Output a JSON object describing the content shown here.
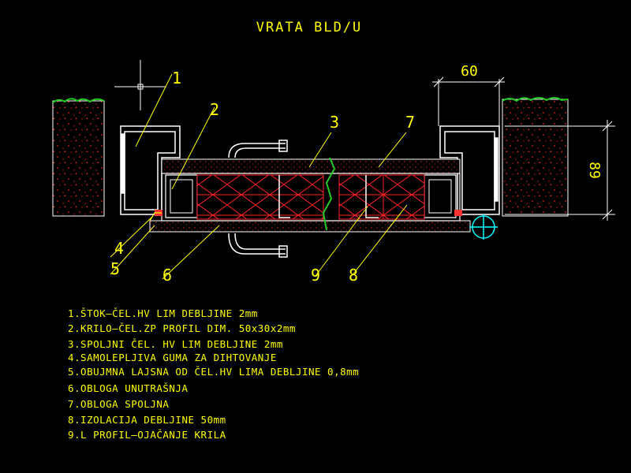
{
  "drawing": {
    "title": "VRATA BLD/U",
    "dimensions": {
      "width": "60",
      "height": "89"
    },
    "callouts": [
      "1",
      "2",
      "3",
      "4",
      "5",
      "6",
      "7",
      "8",
      "9"
    ],
    "legend": [
      "1.ŠTOK–ČEL.HV LIM DEBLJINE 2mm",
      "2.KRILO–ČEL.ZP PROFIL DIM. 50x30x2mm",
      "3.SPOLJNI ČEL. HV LIM DEBLJINE 2mm",
      "4.SAMOLEPLJIVA GUMA ZA DIHTOVANJE",
      "5.OBUJMNA LAJSNA OD ČEL.HV LIMA DEBLJINE 0,8mm",
      "6.OBLOGA UNUTRAŠNJA",
      "7.OBLOGA SPOLJNA",
      "8.IZOLACIJA DEBLJINE 50mm",
      "9.L PROFIL–OJAČANJE KRILA"
    ]
  },
  "colors": {
    "background": "#000000",
    "text": "#ffff00",
    "outline": "#ffffff",
    "insulation": "#ff2222",
    "wall_fill": "#cc0000",
    "grass": "#22cc22",
    "cursor": "#00ffff"
  }
}
